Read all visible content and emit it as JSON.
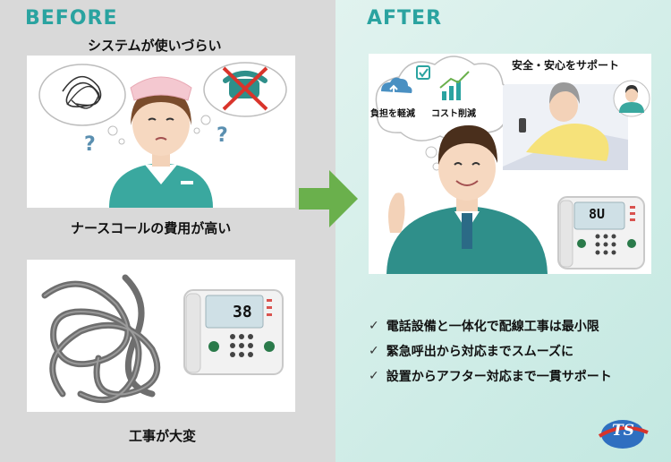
{
  "before": {
    "title": "BEFORE",
    "problems": [
      "システムが使いづらい",
      "ナースコールの費用が高い",
      "工事が大変"
    ],
    "device_display": "38"
  },
  "after": {
    "title": "AFTER",
    "bubble_labels": [
      "負担を軽減",
      "コスト削減"
    ],
    "support_label": "安全・安心をサポート",
    "device_display": "8U",
    "benefits": [
      "電話設備と一体化で配線工事は最小限",
      "緊急呼出から対応までスムーズに",
      "設置からアフター対応まで一貫サポート"
    ],
    "check_symbol": "✓"
  },
  "logo": {
    "text": "TS"
  },
  "colors": {
    "accent_teal": "#2aa3a0",
    "arrow_green": "#6ab04c",
    "before_bg": "#d9d9d9",
    "after_bg": "#d3eee8",
    "alert_red": "#d9342b"
  }
}
